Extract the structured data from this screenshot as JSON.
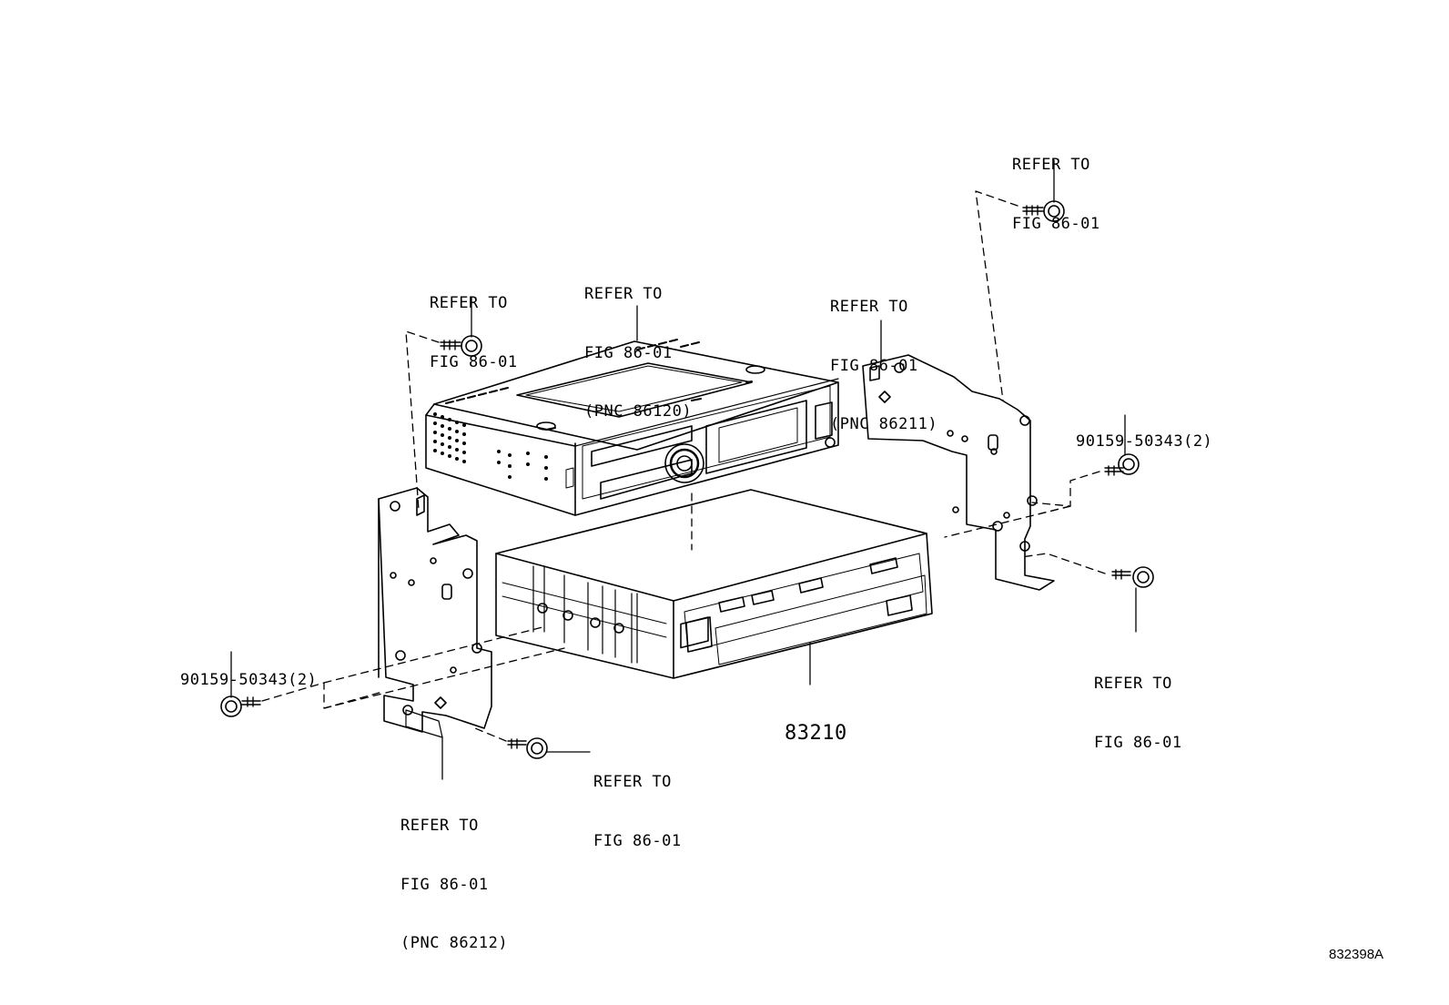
{
  "diagram_id": "832398A",
  "part_number": "83210",
  "labels": {
    "ref_top_right": [
      "REFER TO",
      "FIG 86-01"
    ],
    "ref_left_screw": [
      "REFER TO",
      "FIG 86-01"
    ],
    "ref_radio": [
      "REFER TO",
      "FIG 86-01",
      "(PNC 86120)"
    ],
    "ref_right_bracket": [
      "REFER TO",
      "FIG 86-01",
      "(PNC 86211)"
    ],
    "bolt_right": "90159-50343(2)",
    "bolt_left": "90159-50343(2)",
    "ref_right_lower_screw": [
      "REFER TO",
      "FIG 86-01"
    ],
    "ref_bottom_screw": [
      "REFER TO",
      "FIG 86-01"
    ],
    "ref_left_bracket": [
      "REFER TO",
      "FIG 86-01",
      "(PNC 86212)"
    ]
  }
}
